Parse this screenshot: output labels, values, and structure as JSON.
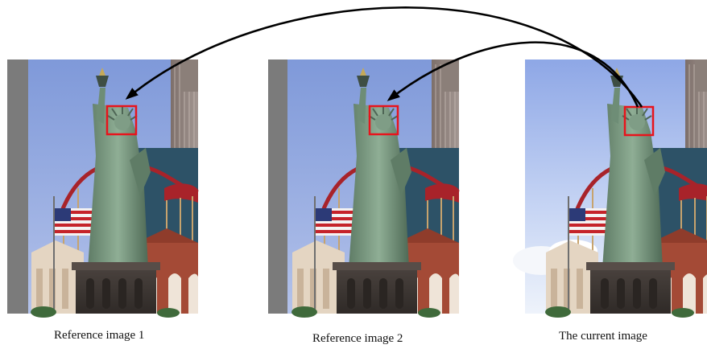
{
  "figure": {
    "images": [
      {
        "caption": "Reference image 1",
        "subject": "statue-of-liberty-replica",
        "box_color": "#e8141c"
      },
      {
        "caption": "Reference image 2",
        "subject": "statue-of-liberty-replica",
        "box_color": "#e8141c"
      },
      {
        "caption": "The current image",
        "subject": "statue-of-liberty-replica",
        "box_color": "#e8141c"
      }
    ],
    "arrows": [
      {
        "from": "The current image",
        "to": "Reference image 1"
      },
      {
        "from": "The current image",
        "to": "Reference image 2"
      }
    ],
    "colors": {
      "arrow": "#000000",
      "box": "#e8141c",
      "sky": "#8ea7df"
    }
  }
}
